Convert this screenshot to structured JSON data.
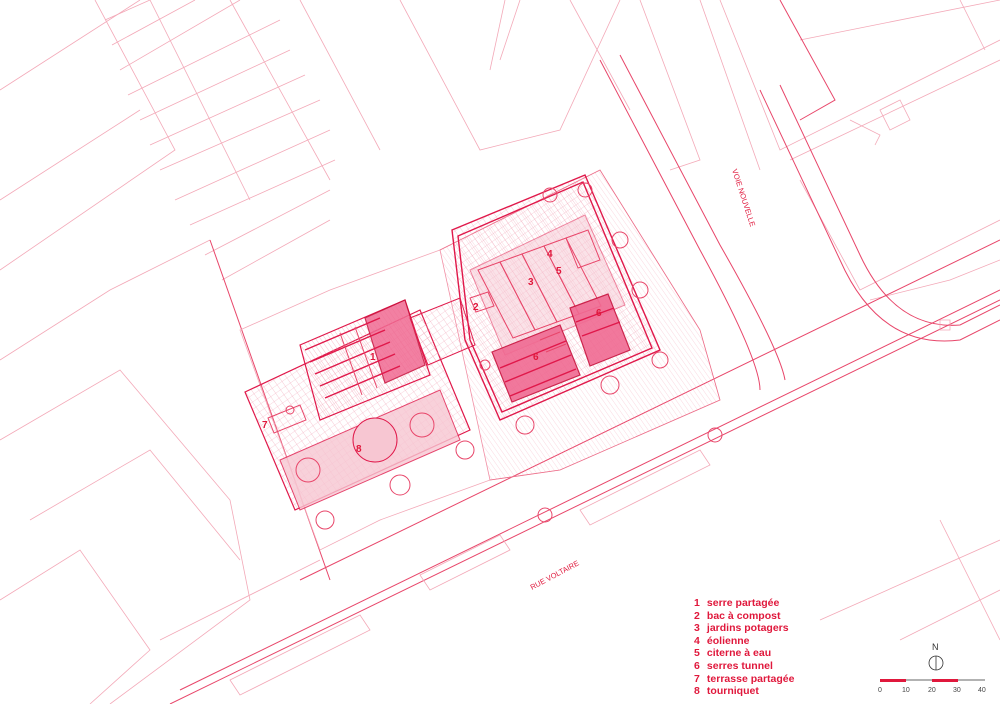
{
  "streets": {
    "south": "RUE VOLTAIRE",
    "east": "VOIE NOUVELLE"
  },
  "markers": [
    "1",
    "2",
    "3",
    "4",
    "5",
    "6",
    "6",
    "7",
    "8"
  ],
  "legend": [
    {
      "num": "1",
      "label": "serre partagée"
    },
    {
      "num": "2",
      "label": "bac à compost"
    },
    {
      "num": "3",
      "label": "jardins potagers"
    },
    {
      "num": "4",
      "label": "éolienne"
    },
    {
      "num": "5",
      "label": "citerne à eau"
    },
    {
      "num": "6",
      "label": "serres tunnel"
    },
    {
      "num": "7",
      "label": "terrasse partagée"
    },
    {
      "num": "8",
      "label": "tourniquet"
    }
  ],
  "north_arrow": "N",
  "scale": {
    "ticks": [
      "0",
      "10",
      "20",
      "30",
      "40"
    ]
  },
  "colors": {
    "line": "#e0184a",
    "light_line": "#f3a9b8",
    "fill": "#f7c6d2",
    "greenhouse": "#f06a92"
  }
}
